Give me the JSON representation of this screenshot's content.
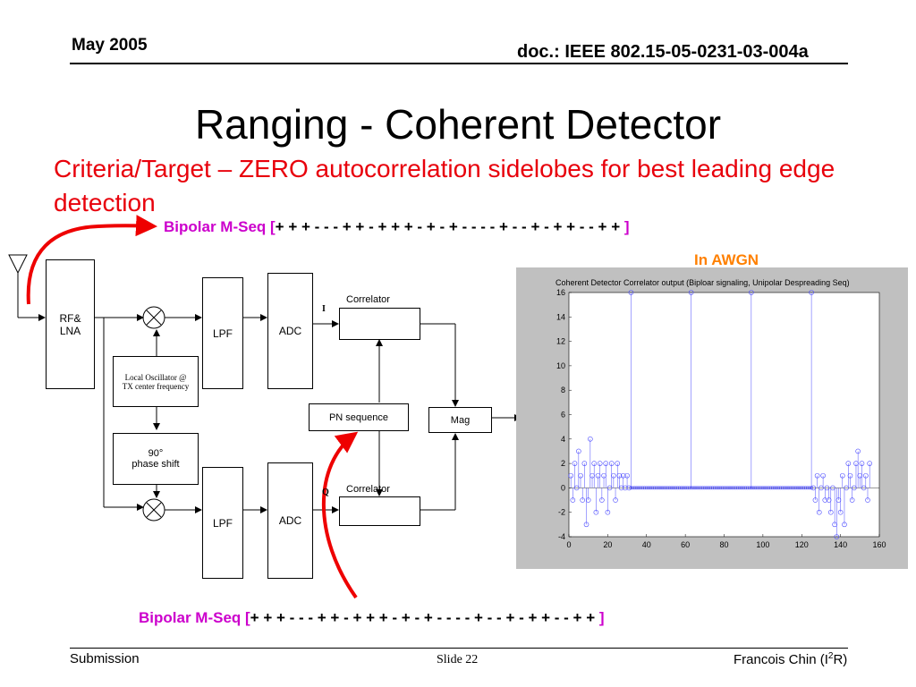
{
  "header": {
    "date": "May 2005",
    "doc_id": "doc.: IEEE 802.15-05-0231-03-004a"
  },
  "title": "Ranging - Coherent Detector",
  "criteria": "Criteria/Target – ZERO autocorrelation sidelobes for best leading edge detection",
  "bipolar_top": {
    "label": "Bipolar M-Seq [",
    "seq": "+ + + - - - + + - + + + - + - + - - - - + - - + - + + - - + + ",
    "close": "]"
  },
  "bipolar_bottom": {
    "label": "Bipolar M-Seq [",
    "seq": "+ + + - - - + + - + + + - + - + - - - - + - - + - + + - - + + ",
    "close": "]"
  },
  "awgn_label": "In AWGN",
  "diagram": {
    "rf_lna": "RF&\nLNA",
    "lpf": "LPF",
    "adc": "ADC",
    "correlator": "Correlator",
    "local_osc": "Local Oscillator @\nTX center frequency",
    "phase_shift": "90°\nphase shift",
    "pn_sequence": "PN sequence",
    "mag": "Mag",
    "i_label": "I",
    "q_label": "Q"
  },
  "chart_data": {
    "type": "stem",
    "title": "Coherent Detector Correlator output (Biploar signaling, Unipolar Despreading Seq)",
    "xlim": [
      0,
      160
    ],
    "ylim": [
      -4,
      16
    ],
    "xticks": [
      0,
      20,
      40,
      60,
      80,
      100,
      120,
      140,
      160
    ],
    "yticks": [
      -4,
      -2,
      0,
      2,
      4,
      6,
      8,
      10,
      12,
      14,
      16
    ],
    "peaks": [
      {
        "x": 32,
        "y": 16
      },
      {
        "x": 63,
        "y": 16
      },
      {
        "x": 94,
        "y": 16
      },
      {
        "x": 125,
        "y": 16
      }
    ],
    "flat_region": {
      "x_start": 32,
      "x_end": 125,
      "y": 0
    },
    "left_edge": [
      [
        1,
        1
      ],
      [
        2,
        -1
      ],
      [
        3,
        2
      ],
      [
        4,
        0
      ],
      [
        5,
        3
      ],
      [
        6,
        1
      ],
      [
        7,
        -1
      ],
      [
        8,
        2
      ],
      [
        9,
        -3
      ],
      [
        10,
        -1
      ],
      [
        11,
        4
      ],
      [
        12,
        1
      ],
      [
        13,
        2
      ],
      [
        14,
        -2
      ],
      [
        15,
        1
      ],
      [
        16,
        2
      ],
      [
        17,
        -1
      ],
      [
        18,
        1
      ],
      [
        19,
        2
      ],
      [
        20,
        -2
      ],
      [
        21,
        0
      ],
      [
        22,
        2
      ],
      [
        23,
        1
      ],
      [
        24,
        -1
      ],
      [
        25,
        2
      ],
      [
        26,
        1
      ],
      [
        27,
        0
      ],
      [
        28,
        1
      ],
      [
        29,
        0
      ],
      [
        30,
        1
      ],
      [
        31,
        0
      ]
    ],
    "right_edge": [
      [
        126,
        0
      ],
      [
        127,
        -1
      ],
      [
        128,
        1
      ],
      [
        129,
        -2
      ],
      [
        130,
        0
      ],
      [
        131,
        1
      ],
      [
        132,
        -1
      ],
      [
        133,
        0
      ],
      [
        134,
        -1
      ],
      [
        135,
        -2
      ],
      [
        136,
        0
      ],
      [
        137,
        -3
      ],
      [
        138,
        -4
      ],
      [
        139,
        -1
      ],
      [
        140,
        -2
      ],
      [
        141,
        1
      ],
      [
        142,
        -3
      ],
      [
        143,
        0
      ],
      [
        144,
        2
      ],
      [
        145,
        1
      ],
      [
        146,
        -1
      ],
      [
        147,
        0
      ],
      [
        148,
        2
      ],
      [
        149,
        3
      ],
      [
        150,
        1
      ],
      [
        151,
        2
      ],
      [
        152,
        0
      ],
      [
        153,
        1
      ],
      [
        154,
        -1
      ],
      [
        155,
        2
      ]
    ]
  },
  "footer": {
    "left": "Submission",
    "center": "Slide 22",
    "right_main": "Francois Chin (I",
    "right_sup": "2",
    "right_end": "R)"
  }
}
